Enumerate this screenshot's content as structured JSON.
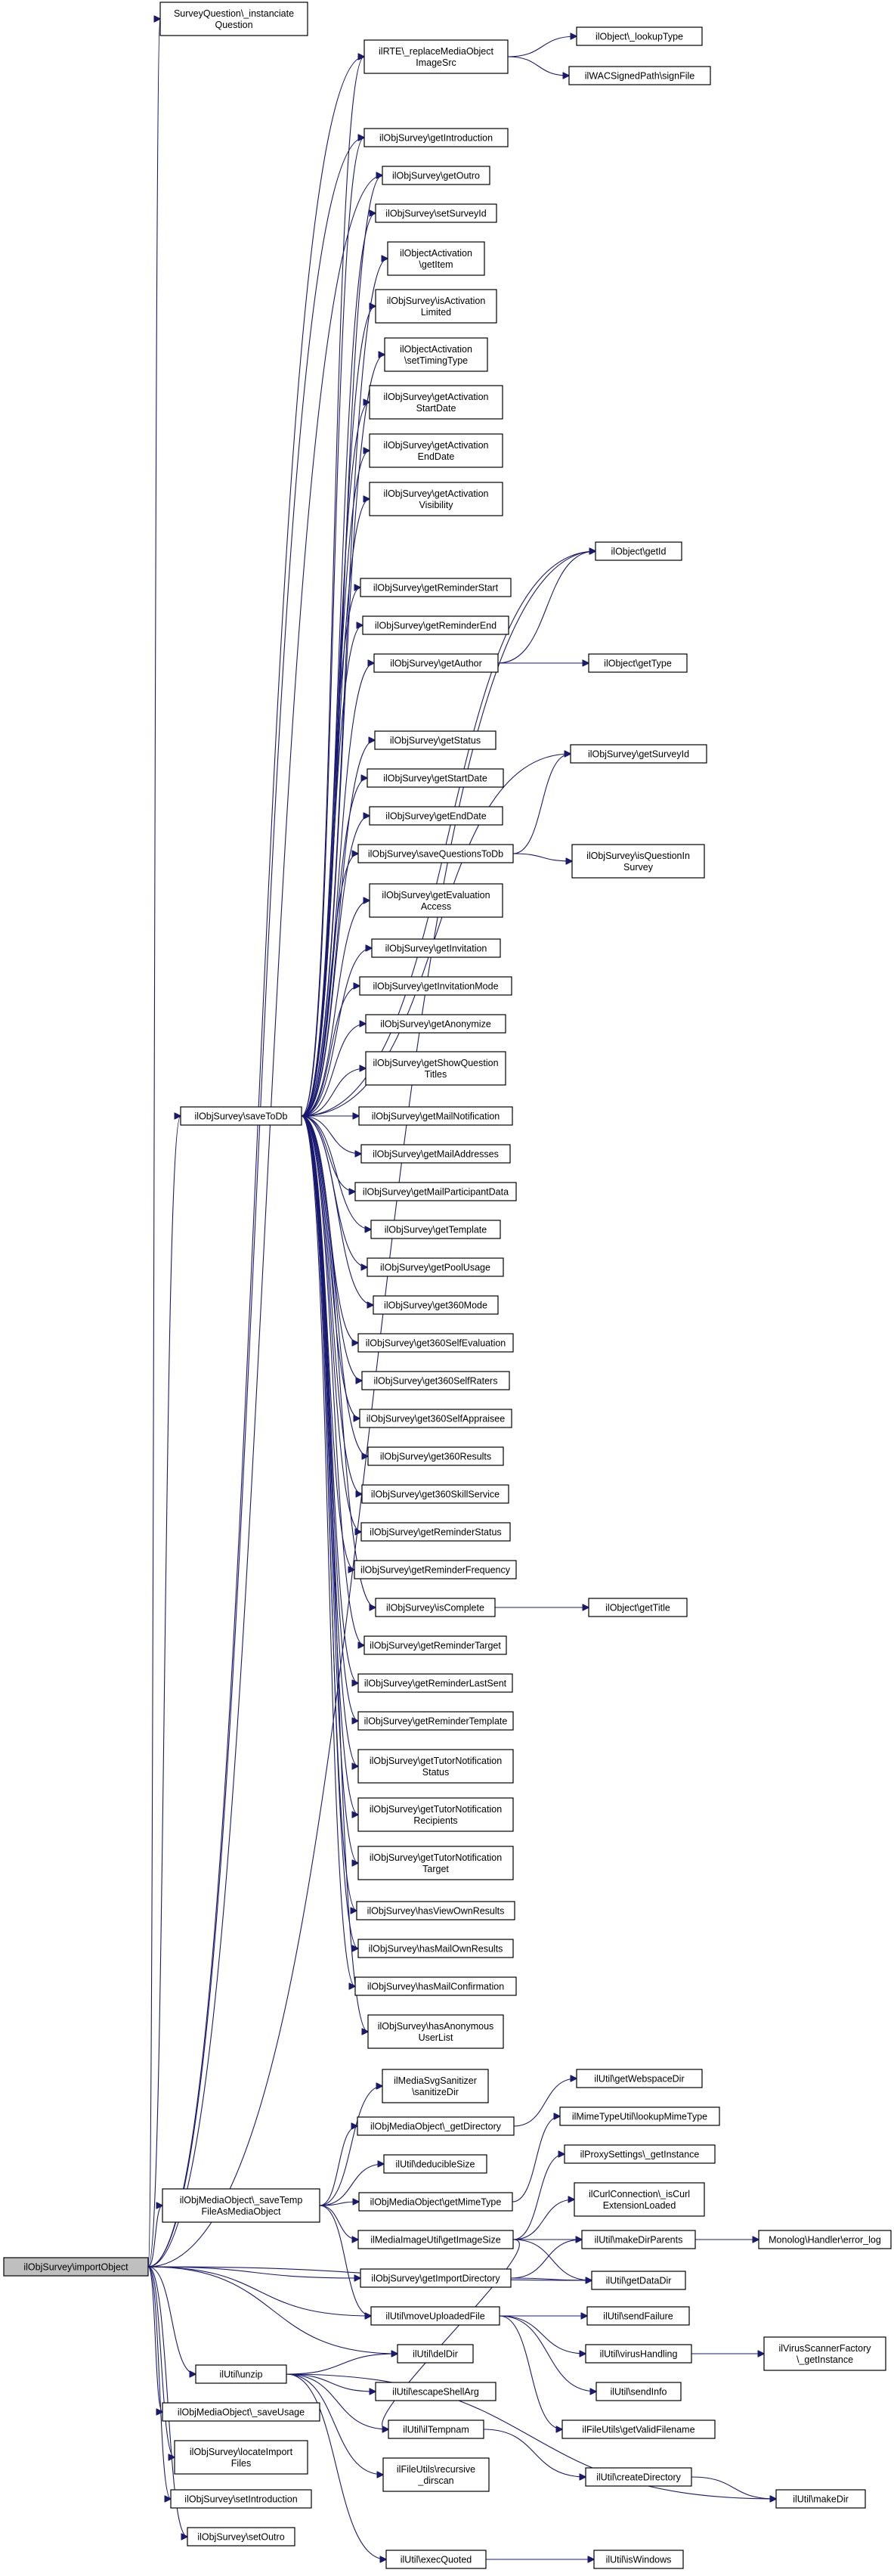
{
  "graph": {
    "title": "",
    "nodes": {
      "root": [
        "ilObjSurvey\\importObject"
      ],
      "n_sq": [
        "SurveyQuestion\\_instanciate",
        "Question"
      ],
      "n_rte": [
        "ilRTE\\_replaceMediaObject",
        "ImageSrc"
      ],
      "n_lookup": [
        "ilObject\\_lookupType"
      ],
      "n_wac": [
        "ilWACSignedPath\\signFile"
      ],
      "n_intro": [
        "ilObjSurvey\\getIntroduction"
      ],
      "n_outro": [
        "ilObjSurvey\\getOutro"
      ],
      "n_setsid": [
        "ilObjSurvey\\setSurveyId"
      ],
      "n_actitem": [
        "ilObjectActivation",
        "\\getItem"
      ],
      "n_actlim": [
        "ilObjSurvey\\isActivation",
        "Limited"
      ],
      "n_timing": [
        "ilObjectActivation",
        "\\setTimingType"
      ],
      "n_actstart": [
        "ilObjSurvey\\getActivation",
        "StartDate"
      ],
      "n_actend": [
        "ilObjSurvey\\getActivation",
        "EndDate"
      ],
      "n_actvis": [
        "ilObjSurvey\\getActivation",
        "Visibility"
      ],
      "n_getid": [
        "ilObject\\getId"
      ],
      "n_remstart": [
        "ilObjSurvey\\getReminderStart"
      ],
      "n_remend": [
        "ilObjSurvey\\getReminderEnd"
      ],
      "n_author": [
        "ilObjSurvey\\getAuthor"
      ],
      "n_gettype": [
        "ilObject\\getType"
      ],
      "n_status": [
        "ilObjSurvey\\getStatus"
      ],
      "n_getsid": [
        "ilObjSurvey\\getSurveyId"
      ],
      "n_startdate": [
        "ilObjSurvey\\getStartDate"
      ],
      "n_enddate": [
        "ilObjSurvey\\getEndDate"
      ],
      "n_saveq": [
        "ilObjSurvey\\saveQuestionsToDb"
      ],
      "n_isqin": [
        "ilObjSurvey\\isQuestionIn",
        "Survey"
      ],
      "n_evalacc": [
        "ilObjSurvey\\getEvaluation",
        "Access"
      ],
      "n_invit": [
        "ilObjSurvey\\getInvitation"
      ],
      "n_invitmode": [
        "ilObjSurvey\\getInvitationMode"
      ],
      "n_anon": [
        "ilObjSurvey\\getAnonymize"
      ],
      "n_showq": [
        "ilObjSurvey\\getShowQuestion",
        "Titles"
      ],
      "n_savetodb": [
        "ilObjSurvey\\saveToDb"
      ],
      "n_mailnot": [
        "ilObjSurvey\\getMailNotification"
      ],
      "n_mailaddr": [
        "ilObjSurvey\\getMailAddresses"
      ],
      "n_mailpart": [
        "ilObjSurvey\\getMailParticipantData"
      ],
      "n_template": [
        "ilObjSurvey\\getTemplate"
      ],
      "n_pool": [
        "ilObjSurvey\\getPoolUsage"
      ],
      "n_360mode": [
        "ilObjSurvey\\get360Mode"
      ],
      "n_360selfeval": [
        "ilObjSurvey\\get360SelfEvaluation"
      ],
      "n_360selfraters": [
        "ilObjSurvey\\get360SelfRaters"
      ],
      "n_360selfappr": [
        "ilObjSurvey\\get360SelfAppraisee"
      ],
      "n_360results": [
        "ilObjSurvey\\get360Results"
      ],
      "n_360skill": [
        "ilObjSurvey\\get360SkillService"
      ],
      "n_remstatus": [
        "ilObjSurvey\\getReminderStatus"
      ],
      "n_remfreq": [
        "ilObjSurvey\\getReminderFrequency"
      ],
      "n_iscomplete": [
        "ilObjSurvey\\isComplete"
      ],
      "n_gettitle": [
        "ilObject\\getTitle"
      ],
      "n_remtarget": [
        "ilObjSurvey\\getReminderTarget"
      ],
      "n_remlast": [
        "ilObjSurvey\\getReminderLastSent"
      ],
      "n_remtpl": [
        "ilObjSurvey\\getReminderTemplate"
      ],
      "n_tutstatus": [
        "ilObjSurvey\\getTutorNotification",
        "Status"
      ],
      "n_tutrecip": [
        "ilObjSurvey\\getTutorNotification",
        "Recipients"
      ],
      "n_tuttarget": [
        "ilObjSurvey\\getTutorNotification",
        "Target"
      ],
      "n_viewown": [
        "ilObjSurvey\\hasViewOwnResults"
      ],
      "n_mailown": [
        "ilObjSurvey\\hasMailOwnResults"
      ],
      "n_mailconf": [
        "ilObjSurvey\\hasMailConfirmation"
      ],
      "n_anonlist": [
        "ilObjSurvey\\hasAnonymous",
        "UserList"
      ],
      "n_svgsan": [
        "ilMediaSvgSanitizer",
        "\\sanitizeDir"
      ],
      "n_getdir": [
        "ilObjMediaObject\\_getDirectory"
      ],
      "n_webspace": [
        "ilUtil\\getWebspaceDir"
      ],
      "n_deducible": [
        "ilUtil\\deducibleSize"
      ],
      "n_mime": [
        "ilMimeTypeUtil\\lookupMimeType"
      ],
      "n_savetemp": [
        "ilObjMediaObject\\_saveTemp",
        "FileAsMediaObject"
      ],
      "n_getmime": [
        "ilObjMediaObject\\getMimeType"
      ],
      "n_proxy": [
        "ilProxySettings\\_getInstance"
      ],
      "n_curl": [
        "ilCurlConnection\\_isCurl",
        "ExtensionLoaded"
      ],
      "n_imgsize": [
        "ilMediaImageUtil\\getImageSize"
      ],
      "n_mkdirp": [
        "ilUtil\\makeDirParents"
      ],
      "n_monolog": [
        "Monolog\\Handler\\error_log"
      ],
      "n_importdir": [
        "ilObjSurvey\\getImportDirectory"
      ],
      "n_datadir": [
        "ilUtil\\getDataDir"
      ],
      "n_moveup": [
        "ilUtil\\moveUploadedFile"
      ],
      "n_sendfail": [
        "ilUtil\\sendFailure"
      ],
      "n_virus": [
        "ilUtil\\virusHandling"
      ],
      "n_vsfactory": [
        "ilVirusScannerFactory",
        "\\_getInstance"
      ],
      "n_deldir": [
        "ilUtil\\delDir"
      ],
      "n_sendinfo": [
        "ilUtil\\sendInfo"
      ],
      "n_unzip": [
        "ilUtil\\unzip"
      ],
      "n_escshell": [
        "ilUtil\\escapeShellArg"
      ],
      "n_saveusage": [
        "ilObjMediaObject\\_saveUsage"
      ],
      "n_validfn": [
        "ilFileUtils\\getValidFilename"
      ],
      "n_tempnam": [
        "ilUtil\\ilTempnam"
      ],
      "n_locate": [
        "ilObjSurvey\\locateImport",
        "Files"
      ],
      "n_recdir": [
        "ilFileUtils\\recursive",
        "_dirscan"
      ],
      "n_createdir": [
        "ilUtil\\createDirectory"
      ],
      "n_setintro": [
        "ilObjSurvey\\setIntroduction"
      ],
      "n_makedir": [
        "ilUtil\\makeDir"
      ],
      "n_setoutro": [
        "ilObjSurvey\\setOutro"
      ],
      "n_exec": [
        "ilUtil\\execQuoted"
      ],
      "n_iswin": [
        "ilUtil\\isWindows"
      ]
    },
    "edges": [
      [
        "root",
        "n_sq"
      ],
      [
        "root",
        "n_rte"
      ],
      [
        "root",
        "n_getid"
      ],
      [
        "root",
        "n_intro"
      ],
      [
        "root",
        "n_outro"
      ],
      [
        "root",
        "n_savetodb"
      ],
      [
        "root",
        "n_savetemp"
      ],
      [
        "root",
        "n_importdir"
      ],
      [
        "root",
        "n_moveup"
      ],
      [
        "root",
        "n_deldir"
      ],
      [
        "root",
        "n_unzip"
      ],
      [
        "root",
        "n_saveusage"
      ],
      [
        "root",
        "n_locate"
      ],
      [
        "root",
        "n_setintro"
      ],
      [
        "root",
        "n_setoutro"
      ],
      [
        "root",
        "n_datadir"
      ],
      [
        "n_rte",
        "n_lookup"
      ],
      [
        "n_rte",
        "n_wac"
      ],
      [
        "n_savetodb",
        "n_rte"
      ],
      [
        "n_savetodb",
        "n_intro"
      ],
      [
        "n_savetodb",
        "n_outro"
      ],
      [
        "n_savetodb",
        "n_setsid"
      ],
      [
        "n_savetodb",
        "n_actitem"
      ],
      [
        "n_savetodb",
        "n_actlim"
      ],
      [
        "n_savetodb",
        "n_timing"
      ],
      [
        "n_savetodb",
        "n_actstart"
      ],
      [
        "n_savetodb",
        "n_actend"
      ],
      [
        "n_savetodb",
        "n_actvis"
      ],
      [
        "n_savetodb",
        "n_getid"
      ],
      [
        "n_savetodb",
        "n_remstart"
      ],
      [
        "n_savetodb",
        "n_remend"
      ],
      [
        "n_savetodb",
        "n_author"
      ],
      [
        "n_savetodb",
        "n_status"
      ],
      [
        "n_savetodb",
        "n_getsid"
      ],
      [
        "n_savetodb",
        "n_startdate"
      ],
      [
        "n_savetodb",
        "n_enddate"
      ],
      [
        "n_savetodb",
        "n_saveq"
      ],
      [
        "n_savetodb",
        "n_evalacc"
      ],
      [
        "n_savetodb",
        "n_invit"
      ],
      [
        "n_savetodb",
        "n_invitmode"
      ],
      [
        "n_savetodb",
        "n_anon"
      ],
      [
        "n_savetodb",
        "n_showq"
      ],
      [
        "n_savetodb",
        "n_mailnot"
      ],
      [
        "n_savetodb",
        "n_mailaddr"
      ],
      [
        "n_savetodb",
        "n_mailpart"
      ],
      [
        "n_savetodb",
        "n_template"
      ],
      [
        "n_savetodb",
        "n_pool"
      ],
      [
        "n_savetodb",
        "n_360mode"
      ],
      [
        "n_savetodb",
        "n_360selfeval"
      ],
      [
        "n_savetodb",
        "n_360selfraters"
      ],
      [
        "n_savetodb",
        "n_360selfappr"
      ],
      [
        "n_savetodb",
        "n_360results"
      ],
      [
        "n_savetodb",
        "n_360skill"
      ],
      [
        "n_savetodb",
        "n_remstatus"
      ],
      [
        "n_savetodb",
        "n_remfreq"
      ],
      [
        "n_savetodb",
        "n_iscomplete"
      ],
      [
        "n_savetodb",
        "n_remtarget"
      ],
      [
        "n_savetodb",
        "n_remlast"
      ],
      [
        "n_savetodb",
        "n_remtpl"
      ],
      [
        "n_savetodb",
        "n_tutstatus"
      ],
      [
        "n_savetodb",
        "n_tutrecip"
      ],
      [
        "n_savetodb",
        "n_tuttarget"
      ],
      [
        "n_savetodb",
        "n_viewown"
      ],
      [
        "n_savetodb",
        "n_mailown"
      ],
      [
        "n_savetodb",
        "n_mailconf"
      ],
      [
        "n_savetodb",
        "n_anonlist"
      ],
      [
        "n_author",
        "n_getid"
      ],
      [
        "n_author",
        "n_gettype"
      ],
      [
        "n_saveq",
        "n_getsid"
      ],
      [
        "n_saveq",
        "n_isqin"
      ],
      [
        "n_iscomplete",
        "n_gettitle"
      ],
      [
        "n_savetemp",
        "n_svgsan"
      ],
      [
        "n_savetemp",
        "n_getdir"
      ],
      [
        "n_savetemp",
        "n_deducible"
      ],
      [
        "n_savetemp",
        "n_getmime"
      ],
      [
        "n_savetemp",
        "n_imgsize"
      ],
      [
        "n_savetemp",
        "n_moveup"
      ],
      [
        "n_getdir",
        "n_webspace"
      ],
      [
        "n_getmime",
        "n_mime"
      ],
      [
        "n_imgsize",
        "n_proxy"
      ],
      [
        "n_imgsize",
        "n_curl"
      ],
      [
        "n_imgsize",
        "n_mkdirp"
      ],
      [
        "n_imgsize",
        "n_datadir"
      ],
      [
        "n_imgsize",
        "n_tempnam"
      ],
      [
        "n_mkdirp",
        "n_monolog"
      ],
      [
        "n_importdir",
        "n_mkdirp"
      ],
      [
        "n_importdir",
        "n_datadir"
      ],
      [
        "n_moveup",
        "n_sendfail"
      ],
      [
        "n_moveup",
        "n_virus"
      ],
      [
        "n_moveup",
        "n_sendinfo"
      ],
      [
        "n_moveup",
        "n_validfn"
      ],
      [
        "n_virus",
        "n_vsfactory"
      ],
      [
        "n_unzip",
        "n_deldir"
      ],
      [
        "n_unzip",
        "n_escshell"
      ],
      [
        "n_unzip",
        "n_tempnam"
      ],
      [
        "n_unzip",
        "n_recdir"
      ],
      [
        "n_unzip",
        "n_exec"
      ],
      [
        "n_unzip",
        "n_makedir"
      ],
      [
        "n_tempnam",
        "n_createdir"
      ],
      [
        "n_createdir",
        "n_makedir"
      ],
      [
        "n_exec",
        "n_iswin"
      ]
    ]
  }
}
